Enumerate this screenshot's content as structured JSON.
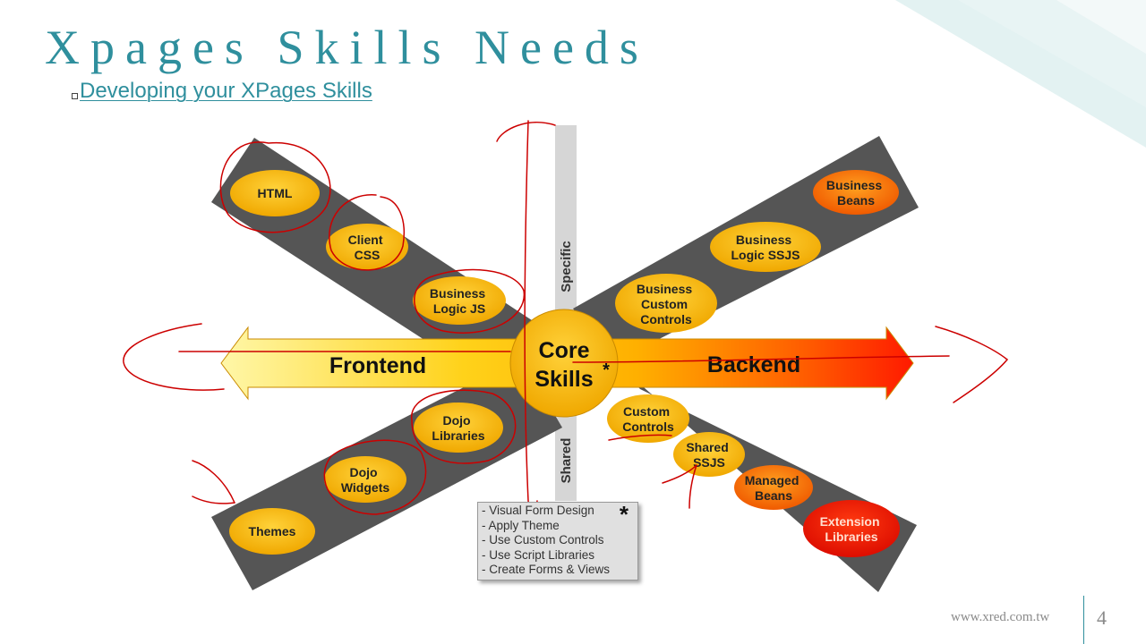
{
  "slide": {
    "title": "Xpages Skills Needs",
    "subtitle": "Developing your XPages Skills",
    "footer_site": "www.xred.com.tw",
    "page_number": "4"
  },
  "diagram": {
    "axis_specific": "Specific",
    "axis_shared": "Shared",
    "arrow_left": "Frontend",
    "arrow_right": "Backend",
    "core_line1": "Core",
    "core_line2": "Skills",
    "core_star": "*",
    "nodes": {
      "html": [
        "HTML"
      ],
      "client_css": [
        "Client",
        "CSS"
      ],
      "business_logic_js": [
        "Business",
        "Logic JS"
      ],
      "business_beans": [
        "Business",
        "Beans"
      ],
      "business_logic_ssjs": [
        "Business",
        "Logic SSJS"
      ],
      "business_custom_controls": [
        "Business",
        "Custom",
        "Controls"
      ],
      "dojo_libraries": [
        "Dojo",
        "Libraries"
      ],
      "dojo_widgets": [
        "Dojo",
        "Widgets"
      ],
      "themes": [
        "Themes"
      ],
      "custom_controls": [
        "Custom",
        "Controls"
      ],
      "shared_ssjs": [
        "Shared",
        "SSJS"
      ],
      "managed_beans": [
        "Managed",
        "Beans"
      ],
      "extension_libraries": [
        "Extension",
        "Libraries"
      ]
    },
    "legend": {
      "items": [
        "- Visual Form Design",
        "- Apply Theme",
        "- Use Custom Controls",
        "- Use Script Libraries",
        "- Create Forms & Views"
      ],
      "star": "*"
    },
    "colors": {
      "band": "#555555",
      "node": "#f5b800",
      "node_red": "#ee1c00",
      "axis": "#d6d6d6",
      "annotation": "#cc0000",
      "accent": "#2f8f9d"
    }
  }
}
